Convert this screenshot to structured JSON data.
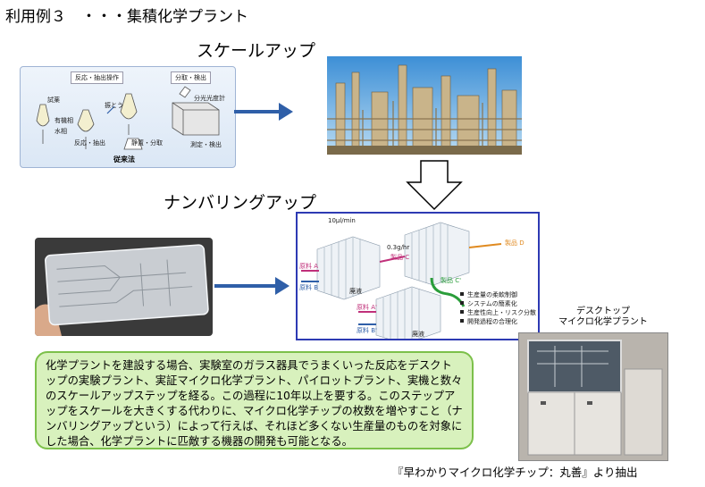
{
  "title": "利用例３　・・・集積化学プラント",
  "scaleup_label": "スケールアップ",
  "numbering_label": "ナンバリングアップ",
  "conventional": {
    "header_reaction": "反応・抽出操作",
    "header_separation": "分取・検出",
    "reagent": "試薬",
    "organic": "有機相",
    "aqueous": "水相",
    "shake": "振とう",
    "reaction_extraction": "反応・抽出",
    "settle_separate": "静置・分取",
    "spectrophotometer": "分光光度計",
    "measure_detect": "測定・検出",
    "caption": "従来法"
  },
  "micro_diagram": {
    "flow_rate_top": "10μl/min",
    "flow_rate_mid": "0.3g/hr",
    "raw_a_top": "原料 A",
    "raw_b_top": "原料 B",
    "raw_a_bottom": "原料 A'",
    "raw_b_bottom": "原料 B'",
    "product_c": "製品 C",
    "product_c_prime": "製品 C'",
    "product_d": "製品 D",
    "waste_top": "廃液",
    "waste_bottom": "廃液",
    "benefits": [
      "生産量の柔軟制御",
      "システムの簡素化",
      "生産性向上・リスク分散",
      "開発過程の合理化"
    ]
  },
  "desktop_caption_line1": "デスクトップ",
  "desktop_caption_line2": "マイクロ化学プラント",
  "description": "化学プラントを建設する場合、実験室のガラス器具でうまくいった反応をデスクトップの実験プラント、実証マイクロ化学プラント、パイロットプラント、実機と数々のスケールアップステップを経る。この過程に10年以上を要する。このステップアップをスケールを大きくする代わりに、マイクロ化学チップの枚数を増やすこと（ナンバリングアップという）によって行えば、それほど多くない生産量のものを対象にした場合、化学プラントに匹敵する機器の開発も可能となる。",
  "source_note": "『早わかりマイクロ化学チップ：丸善』より抽出",
  "colors": {
    "arrow_blue": "#2f5fa8",
    "box_border": "#7cc04a",
    "box_fill": "#d8f1bd",
    "diagram_border": "#2d3ab3"
  }
}
